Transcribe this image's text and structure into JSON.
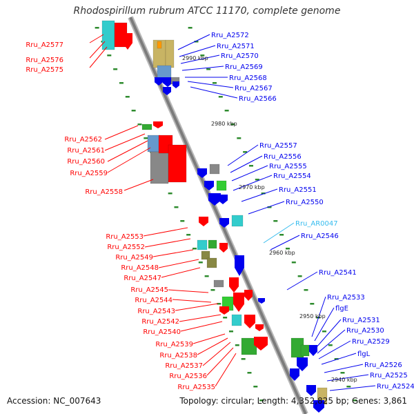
{
  "title": "Rhodospirillum rubrum ATCC 11170, complete genome",
  "footer": {
    "accession": "Accession: NC_007643",
    "topology": "Topology: circular; Length: 4,352,825 bp; Genes: 3,861"
  },
  "colors": {
    "backbone": "#8a8a8a",
    "forward_gene": "#ff0000",
    "reverse_gene": "#0000ee",
    "rna_label": "#33bbee",
    "tick": "#2e8b2e"
  },
  "kbp_marks": [
    "2990 kbp",
    "2980 kbp",
    "2970 kbp",
    "2960 kbp",
    "2950 kbp",
    "2940 kbp"
  ],
  "left_labels": [
    "Rru_A2577",
    "Rru_A2576",
    "Rru_A2575",
    "Rru_A2562",
    "Rru_A2561",
    "Rru_A2560",
    "Rru_A2559",
    "Rru_A2558",
    "Rru_A2553",
    "Rru_A2552",
    "Rru_A2549",
    "Rru_A2548",
    "Rru_A2547",
    "Rru_A2545",
    "Rru_A2544",
    "Rru_A2543",
    "Rru_A2542",
    "Rru_A2540",
    "Rru_A2539",
    "Rru_A2538",
    "Rru_A2537",
    "Rru_A2536",
    "Rru_A2535"
  ],
  "right_labels": [
    "Rru_A2572",
    "Rru_A2571",
    "Rru_A2570",
    "Rru_A2569",
    "Rru_A2568",
    "Rru_A2567",
    "Rru_A2566",
    "Rru_A2557",
    "Rru_A2556",
    "Rru_A2555",
    "Rru_A2554",
    "Rru_A2551",
    "Rru_A2550",
    "Rru_AR0047",
    "Rru_A2546",
    "Rru_A2541",
    "Rru_A2533",
    "flgE",
    "Rru_A2531",
    "Rru_A2530",
    "Rru_A2529",
    "flgL",
    "Rru_A2526",
    "Rru_A2525",
    "Rru_A2524"
  ]
}
